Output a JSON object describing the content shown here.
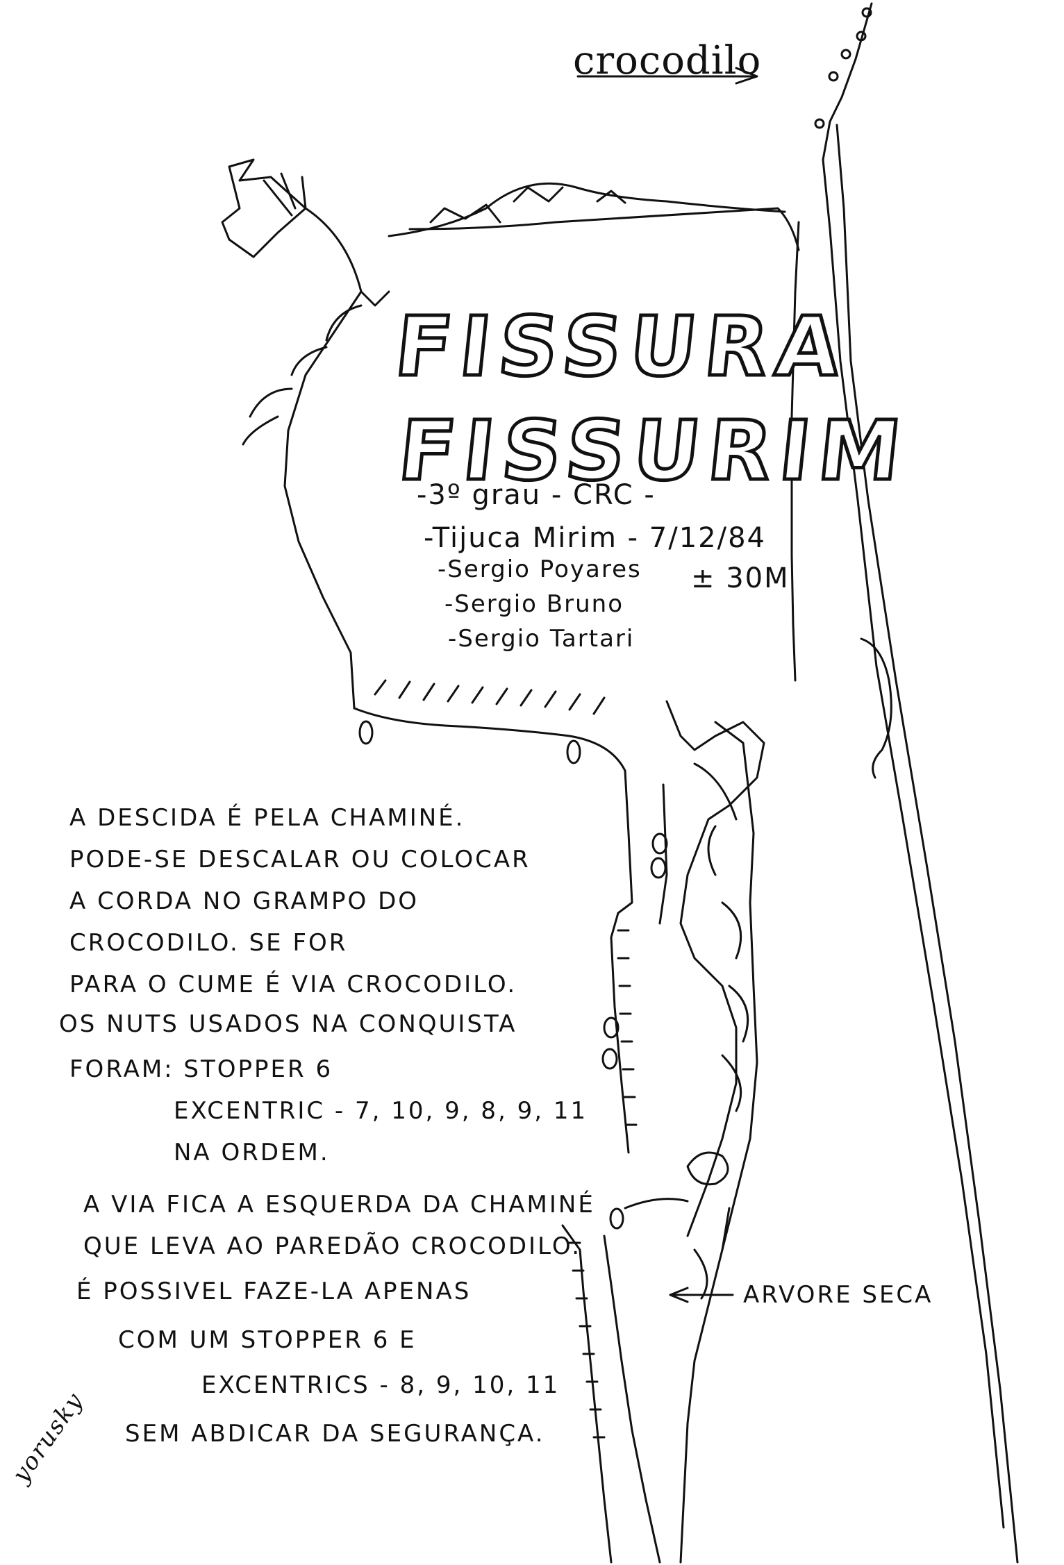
{
  "route_label": "crocodilo",
  "title": {
    "line1": "FISSURA",
    "line2": "FISSURIM"
  },
  "info": {
    "grade_line": "-3º grau - CRC -",
    "location_date_line": "-Tijuca Mirim - 7/12/84",
    "height": "± 30M",
    "climbers": [
      "-Sergio Poyares",
      "-Sergio Bruno",
      "-Sergio Tartari"
    ]
  },
  "notes": {
    "descent": [
      "A descida é pela chaminé.",
      "Pode-se descalar ou colocar",
      "a corda no grampo do",
      "crocodilo. Se for",
      "para o cume é via crocodilo."
    ],
    "gear": [
      "Os nuts usados na conquista",
      "foram: stopper 6",
      "excentric - 7, 10, 9, 8, 9, 11",
      "na ordem."
    ],
    "position": [
      "A via fica a esquerda da chaminé",
      "que leva ao paredão crocodilo."
    ],
    "alternative": [
      "É possivel faze-la apenas",
      "com um stopper 6 e",
      "excentrics - 8, 9, 10, 11",
      "sem abdicar da segurança."
    ]
  },
  "dead_tree_label": "arvore seca",
  "signature": "yorusky",
  "colors": {
    "ink": "#111111",
    "paper": "#ffffff"
  }
}
